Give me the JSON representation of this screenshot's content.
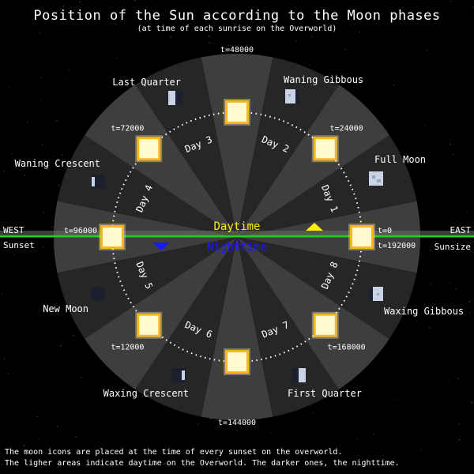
{
  "title": "Position of the Sun according to the Moon phases",
  "subtitle": "(at time of each sunrise on the Overworld)",
  "horizon": {
    "west": "WEST",
    "east": "EAST",
    "sunset": "Sunset",
    "sunrise": "Sunsize",
    "daytime": "Daytime",
    "nighttime": "Nighttime"
  },
  "ticks": [
    {
      "label": "t=0",
      "angle_deg": 0
    },
    {
      "label": "t=192000",
      "angle_deg": -6
    },
    {
      "label": "t=24000",
      "angle_deg": 45
    },
    {
      "label": "t=48000",
      "angle_deg": 90
    },
    {
      "label": "t=72000",
      "angle_deg": 135
    },
    {
      "label": "t=96000",
      "angle_deg": 180
    },
    {
      "label": "t=12000",
      "angle_deg": 225
    },
    {
      "label": "t=144000",
      "angle_deg": 270
    },
    {
      "label": "t=168000",
      "angle_deg": 315
    }
  ],
  "days": [
    {
      "label": "Day 1",
      "angle_deg": 22.5
    },
    {
      "label": "Day 2",
      "angle_deg": 67.5
    },
    {
      "label": "Day 3",
      "angle_deg": 112.5
    },
    {
      "label": "Day 4",
      "angle_deg": 157.5
    },
    {
      "label": "Day 5",
      "angle_deg": 202.5
    },
    {
      "label": "Day 6",
      "angle_deg": 247.5
    },
    {
      "label": "Day 7",
      "angle_deg": 292.5
    },
    {
      "label": "Day 8",
      "angle_deg": 337.5
    }
  ],
  "moons": [
    {
      "name": "Full Moon",
      "angle_deg": 22.5,
      "phase": "full"
    },
    {
      "name": "Waning Gibbous",
      "angle_deg": 67.5,
      "phase": "waning-gibbous"
    },
    {
      "name": "Last Quarter",
      "angle_deg": 112.5,
      "phase": "last-quarter"
    },
    {
      "name": "Waning Crescent",
      "angle_deg": 157.5,
      "phase": "waning-crescent"
    },
    {
      "name": "New Moon",
      "angle_deg": 202.5,
      "phase": "new"
    },
    {
      "name": "Waxing Crescent",
      "angle_deg": 247.5,
      "phase": "waxing-crescent"
    },
    {
      "name": "First Quarter",
      "angle_deg": 292.5,
      "phase": "first-quarter"
    },
    {
      "name": "Waxing Gibbous",
      "angle_deg": 337.5,
      "phase": "waxing-gibbous"
    }
  ],
  "sun_positions_deg": [
    0,
    45,
    90,
    135,
    180,
    225,
    270,
    315
  ],
  "footer": {
    "line1": "The moon icons are placed at the time of every sunset on the overworld.",
    "line2": "The ligher areas indicate daytime on the Overworld. The darker ones, the nighttime."
  },
  "colors": {
    "background": "#000000",
    "horizon": "#22cc22",
    "daytime": "#ffee00",
    "nighttime": "#1a1aff",
    "sun": "#ffe14a",
    "ring_light": "#3e3e3e",
    "ring_dark": "#262626"
  }
}
